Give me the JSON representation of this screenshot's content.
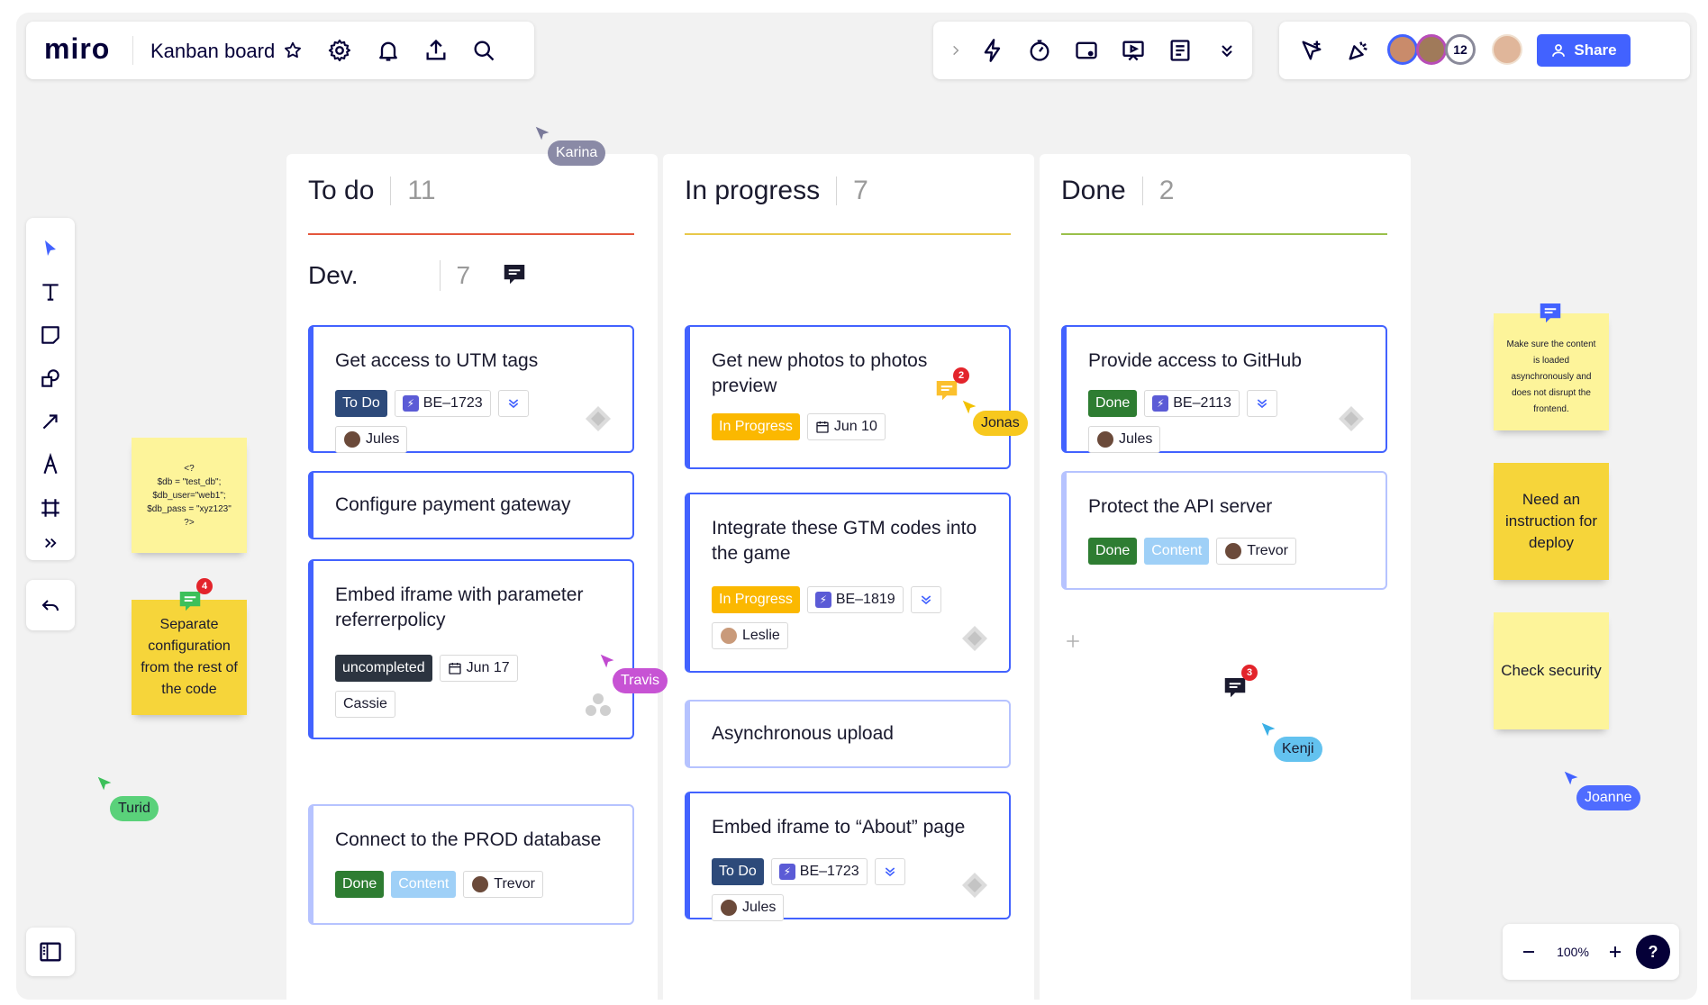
{
  "app": {
    "logo": "miro",
    "board_title": "Kanban board"
  },
  "share": {
    "label": "Share"
  },
  "collaborators": {
    "more_count": "12"
  },
  "zoom": {
    "level": "100%",
    "help": "?"
  },
  "columns": [
    {
      "title": "To do",
      "count": "11"
    },
    {
      "title": "In progress",
      "count": "7"
    },
    {
      "title": "Done",
      "count": "2"
    }
  ],
  "group": {
    "title": "Dev.",
    "count": "7"
  },
  "cards": {
    "c1": {
      "title": "Get access to UTM tags",
      "status": "To Do",
      "ticket": "BE–1723",
      "assignee": "Jules"
    },
    "c2": {
      "title": "Configure payment gateway"
    },
    "c3": {
      "title": "Embed iframe with parameter referrerpolicy",
      "status": "uncompleted",
      "date": "Jun 17",
      "assignee": "Cassie"
    },
    "c4": {
      "title": "Connect to the PROD database",
      "status": "Done",
      "tag": "Content",
      "assignee": "Trevor"
    },
    "c5": {
      "title": "Get new photos to photos preview",
      "status": "In Progress",
      "date": "Jun 10"
    },
    "c6": {
      "title": "Integrate these GTM codes into the game",
      "status": "In Progress",
      "ticket": "BE–1819",
      "assignee": "Leslie"
    },
    "c7": {
      "title": "Asynchronous upload"
    },
    "c8": {
      "title": "Embed iframe to “About” page",
      "status": "To Do",
      "ticket": "BE–1723",
      "assignee": "Jules"
    },
    "c9": {
      "title": "Provide access to GitHub",
      "status": "Done",
      "ticket": "BE–2113",
      "assignee": "Jules"
    },
    "c10": {
      "title": "Protect the API server",
      "status": "Done",
      "tag": "Content",
      "assignee": "Trevor"
    }
  },
  "stickies": {
    "code": "<?\n$db = \"test_db\";\n$db_user=\"web1\";\n$db_pass = \"xyz123\"\n?>",
    "config": "Separate configuration from the rest of the code",
    "async_note": "Make sure the content is loaded asynchronously and does not disrupt the frontend.",
    "deploy": "Need an instruction for deploy",
    "security": "Check security"
  },
  "cursors": {
    "karina": "Karina",
    "jonas": "Jonas",
    "travis": "Travis",
    "turid": "Turid",
    "kenji": "Kenji",
    "joanne": "Joanne"
  },
  "badges": {
    "comment_config": "4",
    "comment_photos": "2",
    "comment_done": "3"
  },
  "colors": {
    "accent": "#4262ff",
    "todo_line": "#e4573d",
    "progress_line": "#e8c84a",
    "done_line": "#9ac04a"
  }
}
